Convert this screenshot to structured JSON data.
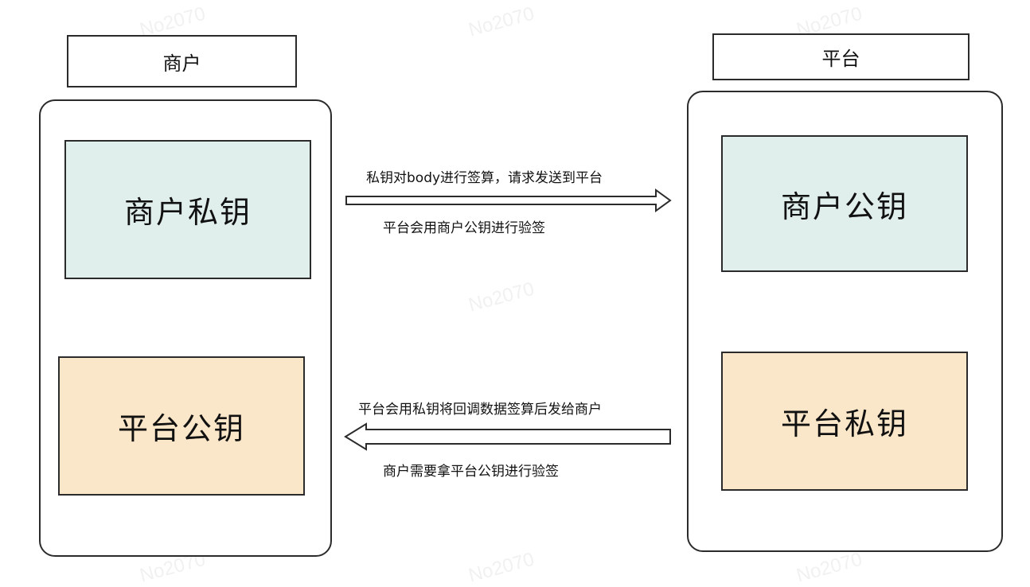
{
  "merchant": {
    "title": "商户",
    "private_key": "商户私钥",
    "platform_public_key": "平台公钥"
  },
  "platform": {
    "title": "平台",
    "merchant_public_key": "商户公钥",
    "private_key": "平台私钥"
  },
  "arrow_request": {
    "caption_top": "私钥对body进行签算，请求发送到平台",
    "caption_bottom": "平台会用商户公钥进行验签"
  },
  "arrow_callback": {
    "caption_top": "平台会用私钥将回调数据签算后发给商户",
    "caption_bottom": "商户需要拿平台公钥进行验签"
  },
  "watermark": "No2070",
  "colors": {
    "private_key_fill": "#e0efec",
    "public_key_fill": "#fae6c8",
    "stroke": "#2b2b2b"
  }
}
